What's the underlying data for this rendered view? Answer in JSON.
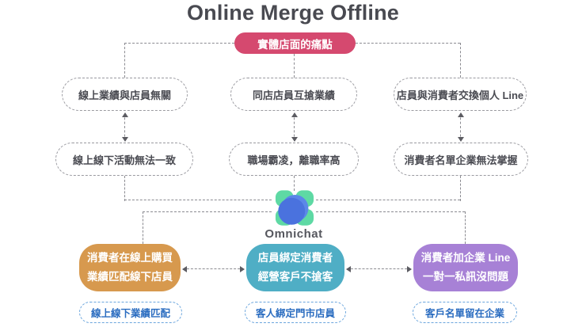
{
  "title": "Online Merge Offline",
  "root": {
    "label": "實體店面的痛點",
    "color": "#d5496f"
  },
  "pains": {
    "row1": [
      {
        "label": "線上業績與店員無關"
      },
      {
        "label": "同店店員互搶業績"
      },
      {
        "label": "店員與消費者交換個人 Line"
      }
    ],
    "row2": [
      {
        "label": "線上線下活動無法一致"
      },
      {
        "label": "職場霸凌，離職率高"
      },
      {
        "label": "消費者名單企業無法掌握"
      }
    ]
  },
  "logo": {
    "brand": "Omnichat",
    "petal_color": "#5ed9a4",
    "bubble_light": "#5b87e8",
    "bubble_dark": "#4a72de"
  },
  "solutions": [
    {
      "line1": "消費者在線上購買",
      "line2": "業績匹配線下店員",
      "color": "#d7994e",
      "tag": "線上線下業績匹配"
    },
    {
      "line1": "店員綁定消費者",
      "line2": "經營客戶不搶客",
      "color": "#4faec5",
      "tag": "客人綁定門市店員"
    },
    {
      "line1": "消費者加企業 Line",
      "line2": "一對一私訊沒問題",
      "color": "#a781d6",
      "tag": "客戶名單留在企業"
    }
  ],
  "tag_text_color": "#2a6cc0",
  "dash_line_color": "#8b8b91"
}
